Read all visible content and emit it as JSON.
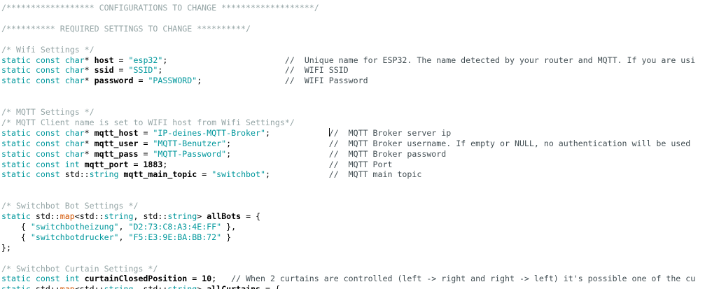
{
  "editor": {
    "background": "#ffffff",
    "colors": {
      "keyword": "#00979C",
      "function": "#D35400",
      "string": "#00979C",
      "block_comment": "#95A5A6",
      "line_comment": "#434F54",
      "plain": "#000000",
      "cursor": "#000000"
    },
    "cursor": {
      "line": 13,
      "column": 67
    },
    "lines": [
      {
        "segments": [
          {
            "c": "c1",
            "t": "/****************** CONFIGURATIONS TO CHANGE *******************/"
          }
        ]
      },
      {
        "segments": []
      },
      {
        "segments": [
          {
            "c": "c1",
            "t": "/********** REQUIRED SETTINGS TO CHANGE **********/"
          }
        ]
      },
      {
        "segments": []
      },
      {
        "segments": [
          {
            "c": "c1",
            "t": "/* Wifi Settings */"
          }
        ]
      },
      {
        "segments": [
          {
            "c": "k",
            "t": "static const char"
          },
          {
            "c": "p",
            "t": "* "
          },
          {
            "c": "v",
            "t": "host"
          },
          {
            "c": "p",
            "t": " = "
          },
          {
            "c": "s",
            "t": "\"esp32\""
          },
          {
            "c": "p",
            "t": ";"
          },
          {
            "c": "p",
            "t": "                        "
          },
          {
            "c": "c2",
            "t": "//  Unique name for ESP32. The name detected by your router and MQTT. If you are usi"
          }
        ]
      },
      {
        "segments": [
          {
            "c": "k",
            "t": "static const char"
          },
          {
            "c": "p",
            "t": "* "
          },
          {
            "c": "v",
            "t": "ssid"
          },
          {
            "c": "p",
            "t": " = "
          },
          {
            "c": "s",
            "t": "\"SSID\""
          },
          {
            "c": "p",
            "t": ";"
          },
          {
            "c": "p",
            "t": "                         "
          },
          {
            "c": "c2",
            "t": "//  WIFI SSID"
          }
        ]
      },
      {
        "segments": [
          {
            "c": "k",
            "t": "static const char"
          },
          {
            "c": "p",
            "t": "* "
          },
          {
            "c": "v",
            "t": "password"
          },
          {
            "c": "p",
            "t": " = "
          },
          {
            "c": "s",
            "t": "\"PASSWORD\""
          },
          {
            "c": "p",
            "t": ";"
          },
          {
            "c": "p",
            "t": "                 "
          },
          {
            "c": "c2",
            "t": "//  WIFI Password"
          }
        ]
      },
      {
        "segments": []
      },
      {
        "segments": []
      },
      {
        "segments": [
          {
            "c": "c1",
            "t": "/* MQTT Settings */"
          }
        ]
      },
      {
        "segments": [
          {
            "c": "c1",
            "t": "/* MQTT Client name is set to WIFI host from Wifi Settings*/"
          }
        ]
      },
      {
        "segments": [
          {
            "c": "k",
            "t": "static const char"
          },
          {
            "c": "p",
            "t": "* "
          },
          {
            "c": "v",
            "t": "mqtt_host"
          },
          {
            "c": "p",
            "t": " = "
          },
          {
            "c": "s",
            "t": "\"IP-deines-MQTT-Broker\""
          },
          {
            "c": "p",
            "t": ";"
          },
          {
            "c": "p",
            "t": "            "
          },
          {
            "c": "caret",
            "t": ""
          },
          {
            "c": "c2",
            "t": "//  MQTT Broker server ip"
          }
        ]
      },
      {
        "segments": [
          {
            "c": "k",
            "t": "static const char"
          },
          {
            "c": "p",
            "t": "* "
          },
          {
            "c": "v",
            "t": "mqtt_user"
          },
          {
            "c": "p",
            "t": " = "
          },
          {
            "c": "s",
            "t": "\"MQTT-Benutzer\""
          },
          {
            "c": "p",
            "t": ";"
          },
          {
            "c": "p",
            "t": "                    "
          },
          {
            "c": "c2",
            "t": "//  MQTT Broker username. If empty or NULL, no authentication will be used"
          }
        ]
      },
      {
        "segments": [
          {
            "c": "k",
            "t": "static const char"
          },
          {
            "c": "p",
            "t": "* "
          },
          {
            "c": "v",
            "t": "mqtt_pass"
          },
          {
            "c": "p",
            "t": " = "
          },
          {
            "c": "s",
            "t": "\"MQTT-Password\""
          },
          {
            "c": "p",
            "t": ";"
          },
          {
            "c": "p",
            "t": "                    "
          },
          {
            "c": "c2",
            "t": "//  MQTT Broker password"
          }
        ]
      },
      {
        "segments": [
          {
            "c": "k",
            "t": "static const int"
          },
          {
            "c": "p",
            "t": " "
          },
          {
            "c": "v",
            "t": "mqtt_port"
          },
          {
            "c": "p",
            "t": " = "
          },
          {
            "c": "n",
            "t": "1883"
          },
          {
            "c": "p",
            "t": ";"
          },
          {
            "c": "p",
            "t": "                                 "
          },
          {
            "c": "c2",
            "t": "//  MQTT Port"
          }
        ]
      },
      {
        "segments": [
          {
            "c": "k",
            "t": "static const "
          },
          {
            "c": "p",
            "t": "std::"
          },
          {
            "c": "k",
            "t": "string"
          },
          {
            "c": "p",
            "t": " "
          },
          {
            "c": "v",
            "t": "mqtt_main_topic"
          },
          {
            "c": "p",
            "t": " = "
          },
          {
            "c": "s",
            "t": "\"switchbot\""
          },
          {
            "c": "p",
            "t": ";"
          },
          {
            "c": "p",
            "t": "            "
          },
          {
            "c": "c2",
            "t": "//  MQTT main topic"
          }
        ]
      },
      {
        "segments": []
      },
      {
        "segments": []
      },
      {
        "segments": [
          {
            "c": "c1",
            "t": "/* Switchbot Bot Settings */"
          }
        ]
      },
      {
        "segments": [
          {
            "c": "k",
            "t": "static"
          },
          {
            "c": "p",
            "t": " std::"
          },
          {
            "c": "fn",
            "t": "map"
          },
          {
            "c": "p",
            "t": "<std::"
          },
          {
            "c": "k",
            "t": "string"
          },
          {
            "c": "p",
            "t": ", std::"
          },
          {
            "c": "k",
            "t": "string"
          },
          {
            "c": "p",
            "t": "> "
          },
          {
            "c": "v",
            "t": "allBots"
          },
          {
            "c": "p",
            "t": " = {"
          }
        ]
      },
      {
        "segments": [
          {
            "c": "p",
            "t": "    { "
          },
          {
            "c": "s",
            "t": "\"switchbotheizung\""
          },
          {
            "c": "p",
            "t": ", "
          },
          {
            "c": "s",
            "t": "\"D2:73:C8:A3:4E:FF\""
          },
          {
            "c": "p",
            "t": " },"
          }
        ]
      },
      {
        "segments": [
          {
            "c": "p",
            "t": "    { "
          },
          {
            "c": "s",
            "t": "\"switchbotdrucker\""
          },
          {
            "c": "p",
            "t": ", "
          },
          {
            "c": "s",
            "t": "\"F5:E3:9E:BA:BB:72\""
          },
          {
            "c": "p",
            "t": " }"
          }
        ]
      },
      {
        "segments": [
          {
            "c": "p",
            "t": "};"
          }
        ]
      },
      {
        "segments": []
      },
      {
        "segments": [
          {
            "c": "c1",
            "t": "/* Switchbot Curtain Settings */"
          }
        ]
      },
      {
        "segments": [
          {
            "c": "k",
            "t": "static const int"
          },
          {
            "c": "p",
            "t": " "
          },
          {
            "c": "v",
            "t": "curtainClosedPosition"
          },
          {
            "c": "p",
            "t": " = "
          },
          {
            "c": "n",
            "t": "10"
          },
          {
            "c": "p",
            "t": ";"
          },
          {
            "c": "p",
            "t": "   "
          },
          {
            "c": "c2",
            "t": "// When 2 curtains are controlled (left -> right and right -> left) it's possible one of the cu"
          }
        ]
      },
      {
        "segments": [
          {
            "c": "k",
            "t": "static"
          },
          {
            "c": "p",
            "t": " std::"
          },
          {
            "c": "fn",
            "t": "map"
          },
          {
            "c": "p",
            "t": "<std::"
          },
          {
            "c": "k",
            "t": "string"
          },
          {
            "c": "p",
            "t": ", std::"
          },
          {
            "c": "k",
            "t": "string"
          },
          {
            "c": "p",
            "t": "> "
          },
          {
            "c": "v",
            "t": "allCurtains"
          },
          {
            "c": "p",
            "t": " = {"
          }
        ]
      }
    ]
  }
}
